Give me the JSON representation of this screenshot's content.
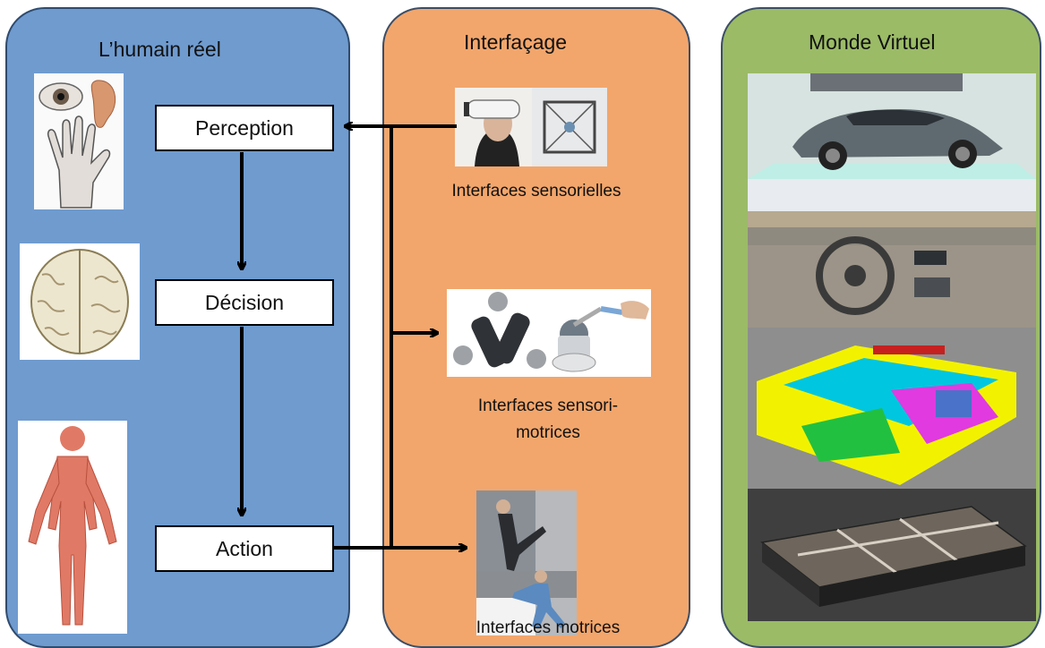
{
  "panels": {
    "human": {
      "title": "L’humain réel"
    },
    "interface": {
      "title": "Interfaçage"
    },
    "virtual": {
      "title": "Monde Virtuel"
    }
  },
  "nodes": {
    "perception": "Perception",
    "decision": "Décision",
    "action": "Action"
  },
  "interfaces": {
    "sensory": "Interfaces sensorielles",
    "sensorimotor_line1": "Interfaces sensori-",
    "sensorimotor_line2": "motrices",
    "motor": "Interfaces motrices"
  },
  "colors": {
    "human_panel": "#6f9bcf",
    "interface_panel": "#f2a66c",
    "virtual_panel": "#9bbb67",
    "arrow": "#000000"
  }
}
